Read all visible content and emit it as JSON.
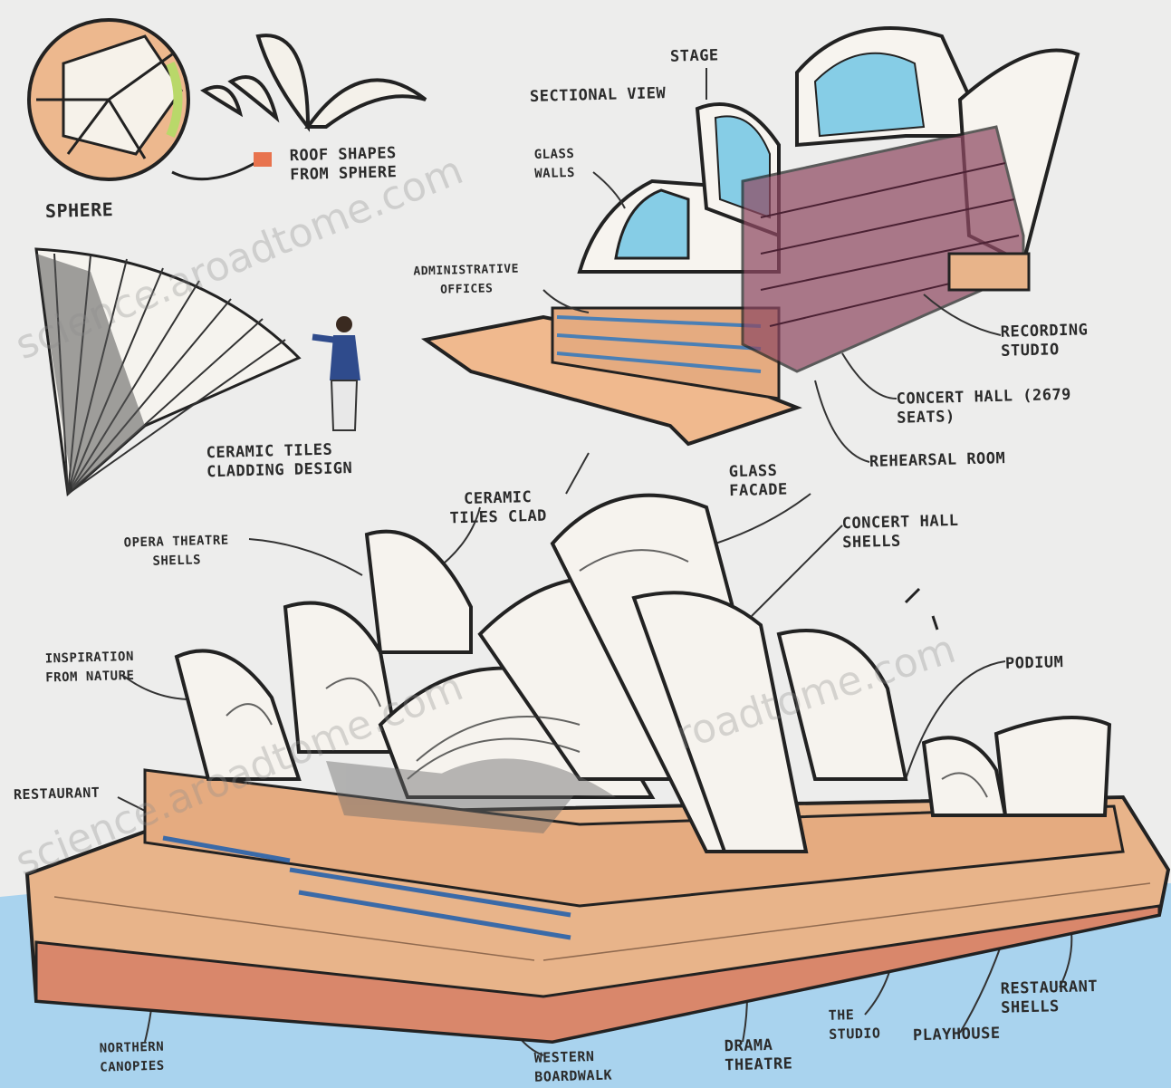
{
  "labels": {
    "sphere": "SPHERE",
    "roof_shapes": "ROOF SHAPES FROM SPHERE",
    "stage": "STAGE",
    "sectional_view": "SECTIONAL VIEW",
    "glass_walls": "GLASS WALLS",
    "admin_offices": "ADMINISTRATIVE OFFICES",
    "recording_studio": "RECORDING STUDIO",
    "concert_hall": "CONCERT HALL (2679 SEATS)",
    "rehearsal_room": "REHEARSAL ROOM",
    "ceramic_design": "CERAMIC TILES CLADDING DESIGN",
    "ceramic_clad": "CERAMIC TILES CLAD",
    "glass_facade": "GLASS FACADE",
    "concert_shells": "CONCERT HALL SHELLS",
    "opera_shells": "OPERA THEATRE SHELLS",
    "inspiration": "INSPIRATION FROM NATURE",
    "podium": "PODIUM",
    "restaurant": "RESTAURANT",
    "restaurant_shells": "RESTAURANT SHELLS",
    "northern_canopies": "NORTHERN CANOPIES",
    "western_boardwalk": "WESTERN BOARDWALK",
    "drama_theatre": "DRAMA THEATRE",
    "the_studio": "THE STUDIO",
    "playhouse": "PLAYHOUSE"
  },
  "watermark": {
    "upper": "science.aroadtome.com",
    "lower": "science.aroadtome.com",
    "mid": "roadtome.com"
  },
  "colors": {
    "sand": "#e8b48a",
    "water": "#a9d3ee",
    "glass": "#86cde6",
    "maroon": "#8f4a62",
    "ink": "#222222"
  }
}
